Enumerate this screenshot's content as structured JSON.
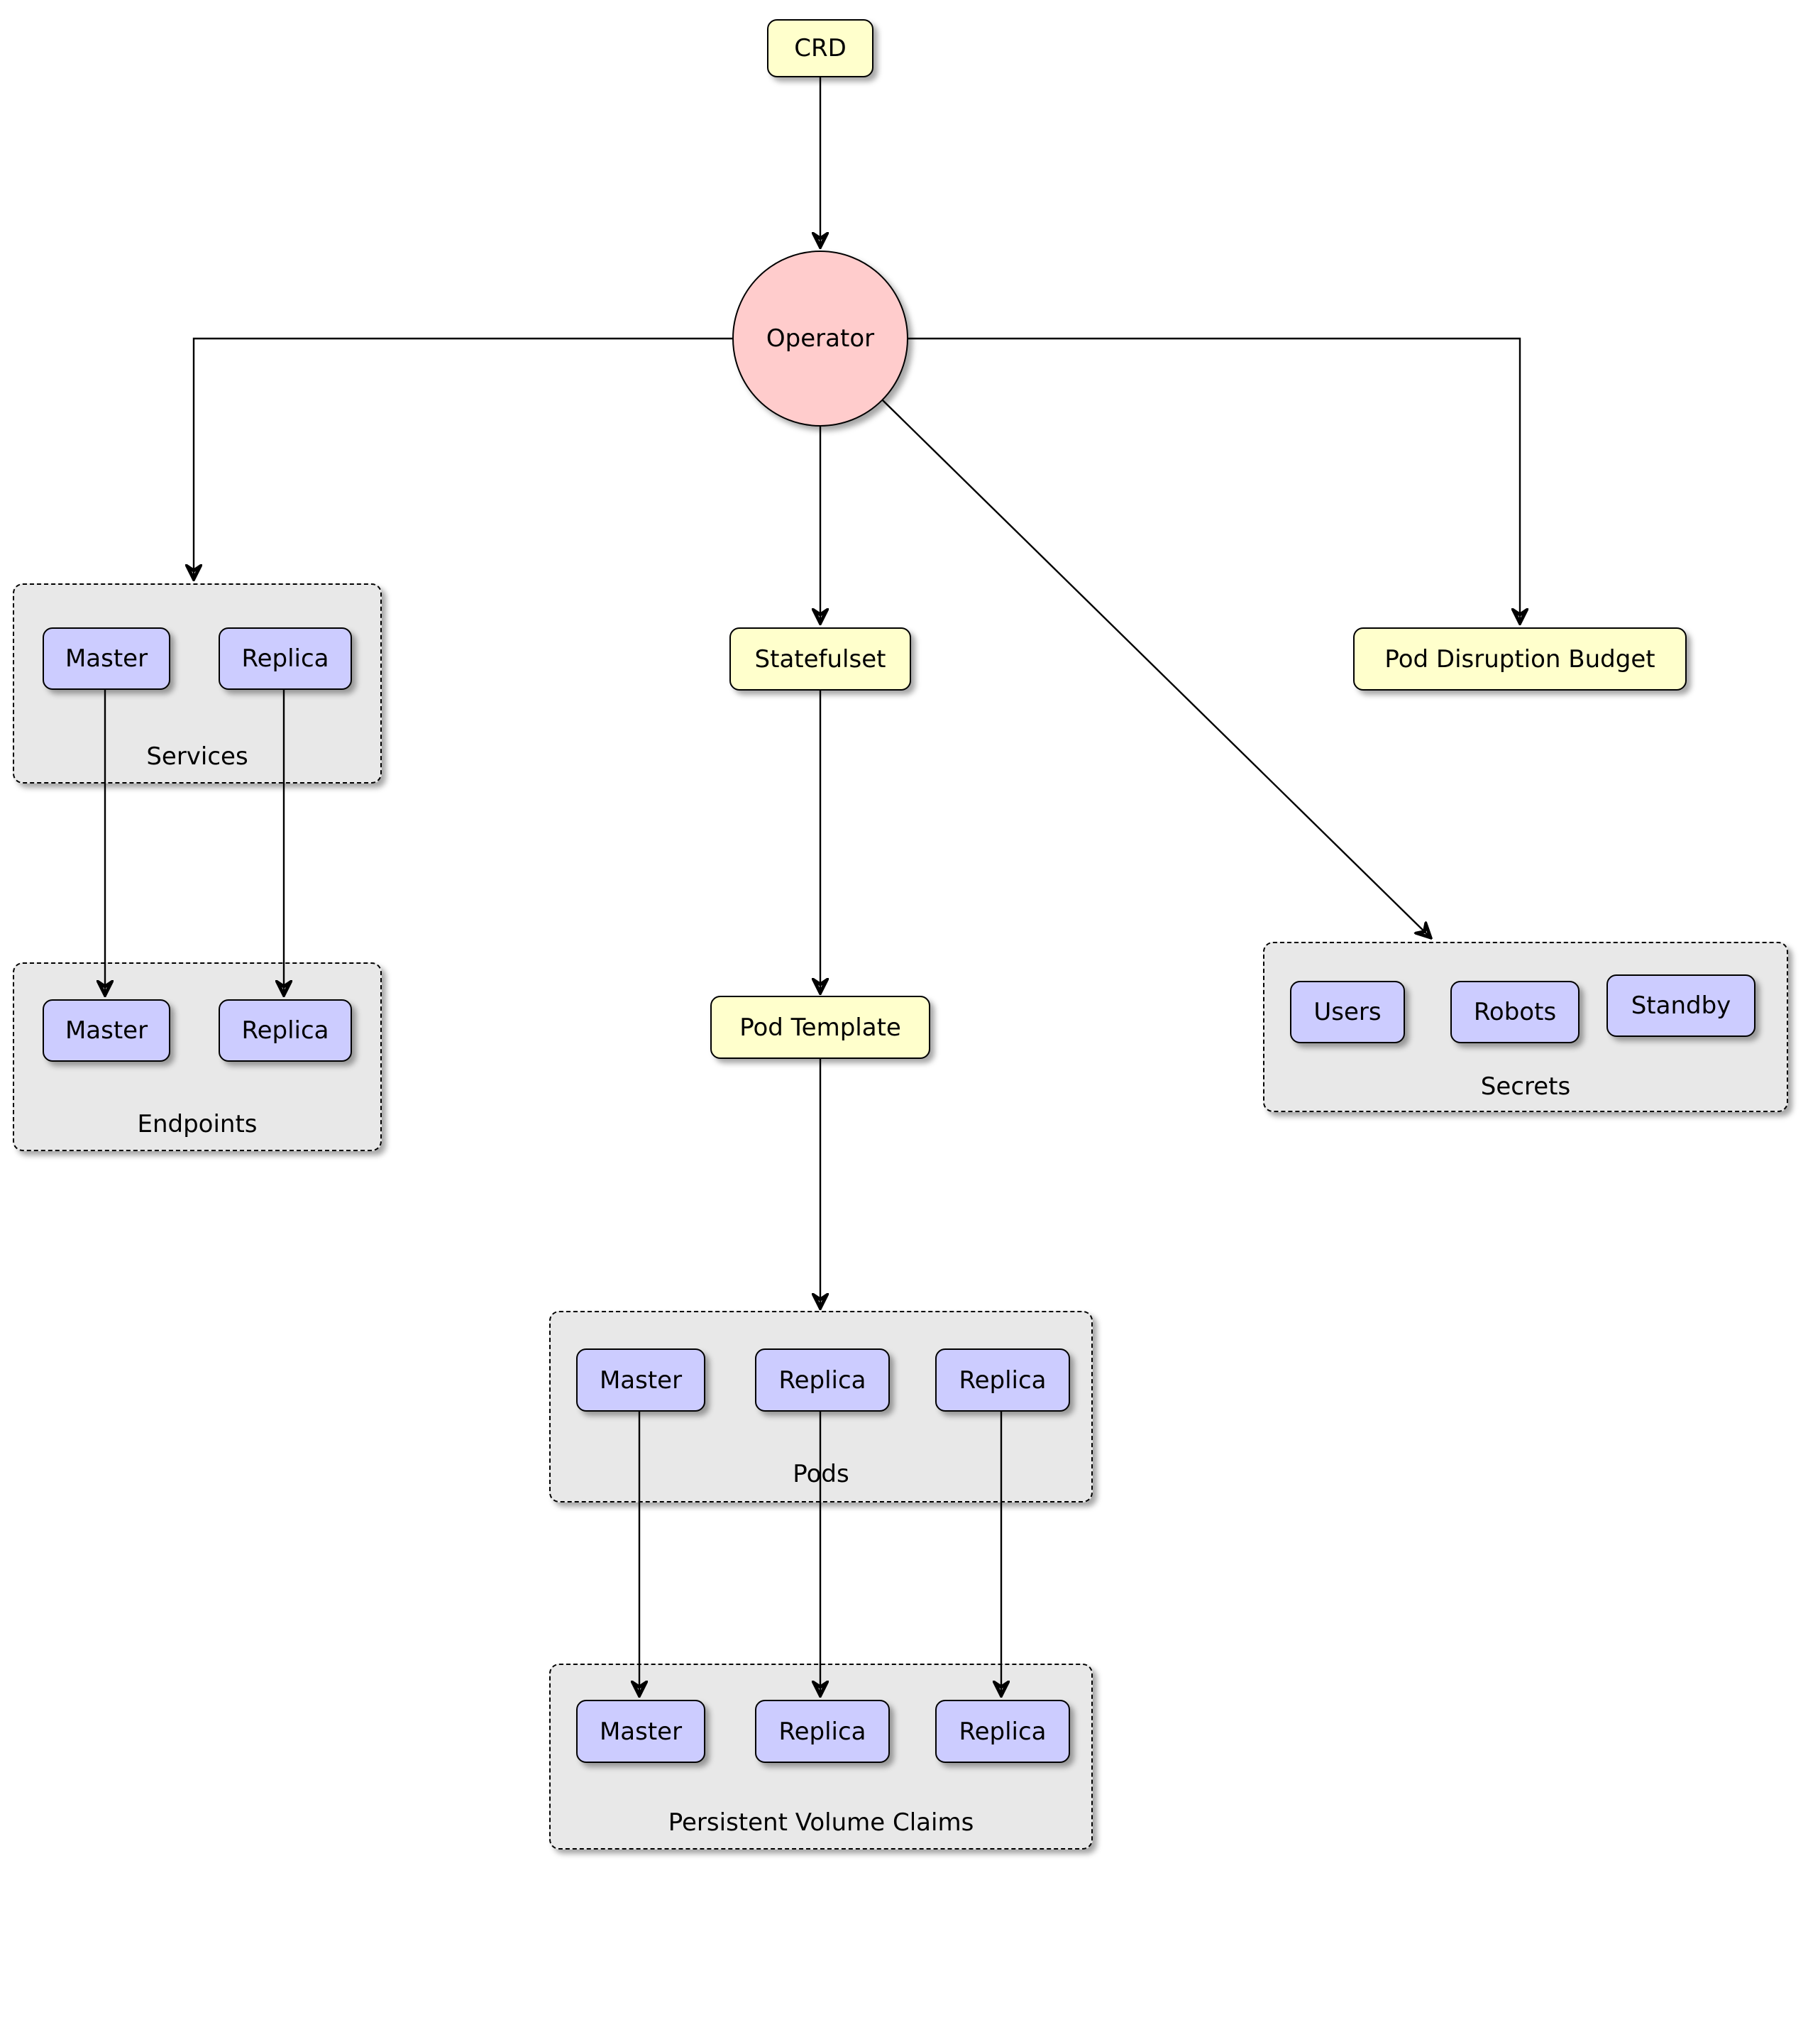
{
  "diagram": {
    "crd": {
      "label": "CRD"
    },
    "operator": {
      "label": "Operator"
    },
    "statefulset": {
      "label": "Statefulset"
    },
    "pod_template": {
      "label": "Pod Template"
    },
    "pod_disruption_budget": {
      "label": "Pod Disruption Budget"
    },
    "services": {
      "label": "Services",
      "nodes": [
        "Master",
        "Replica"
      ]
    },
    "endpoints": {
      "label": "Endpoints",
      "nodes": [
        "Master",
        "Replica"
      ]
    },
    "pods": {
      "label": "Pods",
      "nodes": [
        "Master",
        "Replica",
        "Replica"
      ]
    },
    "persistent_volume_claims": {
      "label": "Persistent Volume Claims",
      "nodes": [
        "Master",
        "Replica",
        "Replica"
      ]
    },
    "secrets": {
      "label": "Secrets",
      "nodes": [
        "Users",
        "Robots",
        "Standby"
      ]
    },
    "colors": {
      "node_yellow": "#FFFFCC",
      "node_purple": "#CCCCFF",
      "operator_pink": "#FFCCCC",
      "group_gray": "#E8E8E8",
      "line_black": "#000000"
    }
  }
}
